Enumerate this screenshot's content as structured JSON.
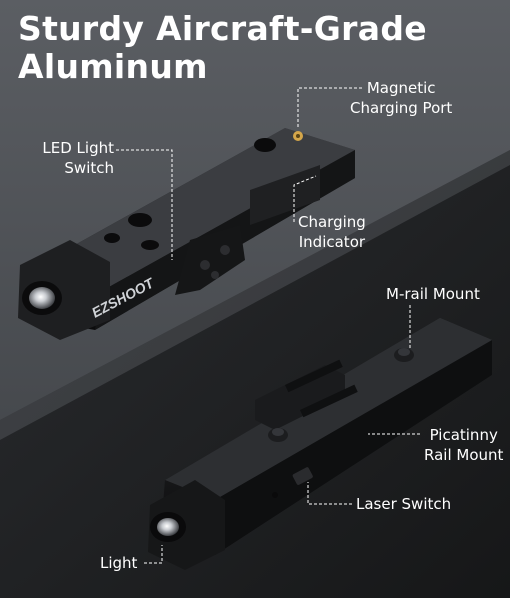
{
  "title": {
    "line1": "Sturdy Aircraft-Grade",
    "line2": "Aluminum"
  },
  "brand": "EZSHOOT",
  "callouts": {
    "magnetic_port": {
      "line1": "Magnetic",
      "line2": "Charging Port"
    },
    "led_switch": {
      "line1": "LED Light",
      "line2": "Switch"
    },
    "charging_indicator": {
      "line1": "Charging",
      "line2": "Indicator"
    },
    "mrail_mount": "M-rail Mount",
    "picatinny_mount": {
      "line1": "Picatinny",
      "line2": "Rail Mount"
    },
    "laser_switch": "Laser Switch",
    "light": "Light"
  },
  "colors": {
    "bg_top": "#55585d",
    "bg_bottom": "#1c1d1f",
    "text": "#ffffff",
    "indicator": "#ff2a1a",
    "port": "#d4a64a"
  }
}
